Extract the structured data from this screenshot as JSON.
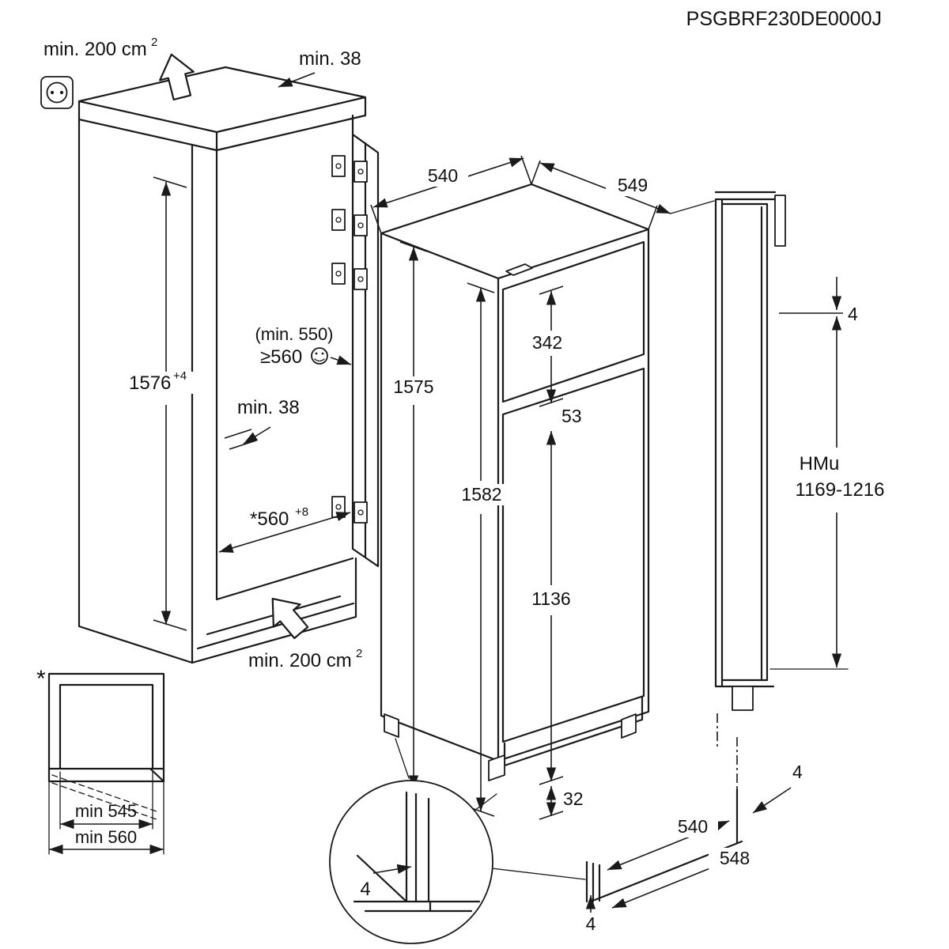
{
  "drawing": {
    "id": "PSGBRF230DE0000J",
    "line_color": "#1a1a1a",
    "background": "#ffffff"
  },
  "niche": {
    "vent_top": {
      "text": "min. 200 cm",
      "sup": "2"
    },
    "top_clearance": "min. 38",
    "height": {
      "text": "1576",
      "sup": "+4"
    },
    "rear_clearance": "min. 38",
    "depth_min": "(min. 550)",
    "depth_recommended": "≥560",
    "width": {
      "text": "*560",
      "sup": "+8"
    },
    "vent_bottom": {
      "text": "min. 200 cm",
      "sup": "2"
    }
  },
  "appliance": {
    "width": "540",
    "depth": "549",
    "height": "1575",
    "freezer_door_height": "342",
    "door_gap": "53",
    "built_in_height": "1582",
    "fridge_door_height": "1136",
    "plinth_height": "32"
  },
  "side_view": {
    "top_gap": "4",
    "hmu_label": "HMu",
    "hmu_range": "1169-1216"
  },
  "plan_view": {
    "footnote_mark": "*",
    "min_depth_inner": "min 545",
    "min_depth_outer": "min 560"
  },
  "detail": {
    "front_gap": "4"
  },
  "floor": {
    "foot_distance": "540",
    "total_depth": "548",
    "rear_gap": "4",
    "front_gap": "4"
  }
}
